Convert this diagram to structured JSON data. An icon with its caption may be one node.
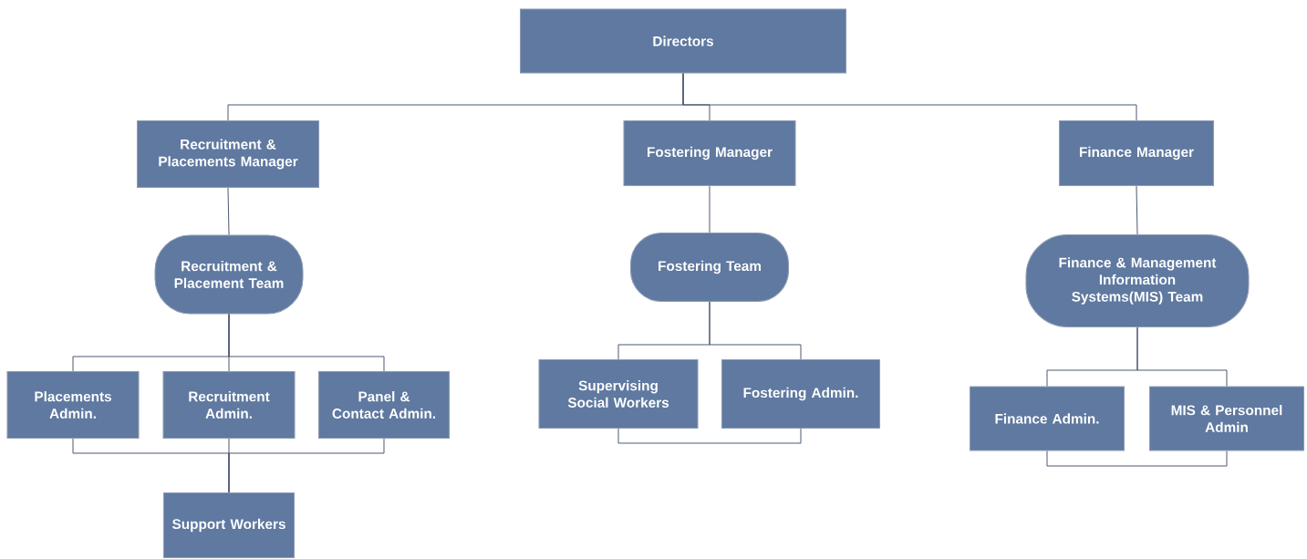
{
  "diagram": {
    "nodes": [
      {
        "text": [
          "Directors"
        ]
      },
      {
        "text": [
          "Recruitment & Placements Manager"
        ]
      },
      {
        "text": [
          "Fostering Manager"
        ]
      },
      {
        "text": [
          "Finance Manager"
        ]
      },
      {
        "text": [
          "Recruitment & Placement Team"
        ]
      },
      {
        "text": [
          "Placements Admin."
        ]
      },
      {
        "text": [
          "Recruitment Admin."
        ]
      },
      {
        "text": [
          "Panel & Contact Admin."
        ]
      },
      {
        "text": [
          "Support Workers"
        ]
      },
      {
        "text": [
          "Fostering Team"
        ]
      },
      {
        "text": [
          "Supervising Social Workers"
        ]
      },
      {
        "text": [
          "Fostering Admin."
        ]
      },
      {
        "text": [
          "Finance & Management Information Systems(MIS) Team"
        ]
      },
      {
        "text": [
          "Finance Admin."
        ]
      },
      {
        "text": [
          "MIS & Personnel Admin"
        ]
      }
    ],
    "edges": [
      {
        "from": 0,
        "to": 1,
        "arrow": "none"
      },
      {
        "from": 0,
        "to": 2,
        "arrow": "none"
      },
      {
        "from": 0,
        "to": 3,
        "arrow": "none"
      },
      {
        "from": 1,
        "to": 4,
        "arrow": "none"
      },
      {
        "from": 2,
        "to": 9,
        "arrow": "none"
      },
      {
        "from": 3,
        "to": 12,
        "arrow": "none"
      },
      {
        "from": 4,
        "to": 5,
        "arrow": "none"
      },
      {
        "from": 4,
        "to": 6,
        "arrow": "none"
      },
      {
        "from": 4,
        "to": 7,
        "arrow": "none"
      },
      {
        "from": 5,
        "to": 8,
        "arrow": "none"
      },
      {
        "from": 6,
        "to": 8,
        "arrow": "none"
      },
      {
        "from": 7,
        "to": 8,
        "arrow": "none"
      },
      {
        "from": 9,
        "to": 10,
        "arrow": "none"
      },
      {
        "from": 9,
        "to": 11,
        "arrow": "none"
      },
      {
        "from": 10,
        "to": 11,
        "arrow": "none"
      },
      {
        "from": 12,
        "to": 13,
        "arrow": "none"
      },
      {
        "from": 12,
        "to": 14,
        "arrow": "none"
      },
      {
        "from": 13,
        "to": 14,
        "arrow": "none"
      }
    ]
  }
}
